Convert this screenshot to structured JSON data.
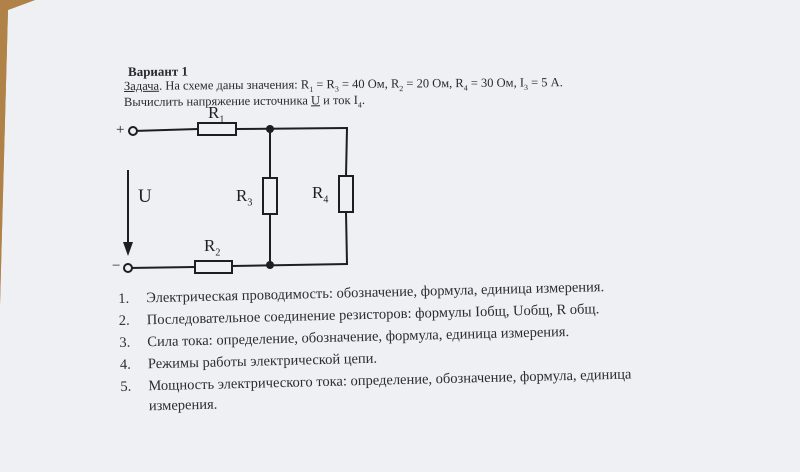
{
  "heading": "Вариант 1",
  "task_label": "Задача",
  "task_text": ". На схеме даны значения: R",
  "task_line1_full": "Задача. На схеме даны значения: R1 = R3 = 40 Ом, R2 = 20 Ом, R4 = 30 Ом, I3 = 5 А.",
  "task_line2": "Вычислить напряжение источника U и ток I4.",
  "circuit": {
    "plus": "+",
    "minus": "−",
    "source": "U",
    "r1": "R1",
    "r2": "R2",
    "r3": "R3",
    "r4": "R4"
  },
  "questions": [
    {
      "n": "1.",
      "text": "Электрическая проводимость: обозначение, формула, единица измерения."
    },
    {
      "n": "2.",
      "text": "Последовательное соединение резисторов: формулы Iобщ, Uобщ, R общ."
    },
    {
      "n": "3.",
      "text": "Сила тока: определение, обозначение, формула, единица измерения."
    },
    {
      "n": "4.",
      "text": "Режимы работы электрической цепи."
    },
    {
      "n": "5.",
      "text": "Мощность электрического тока: определение, обозначение, формула, единица",
      "cont": "измерения."
    }
  ]
}
